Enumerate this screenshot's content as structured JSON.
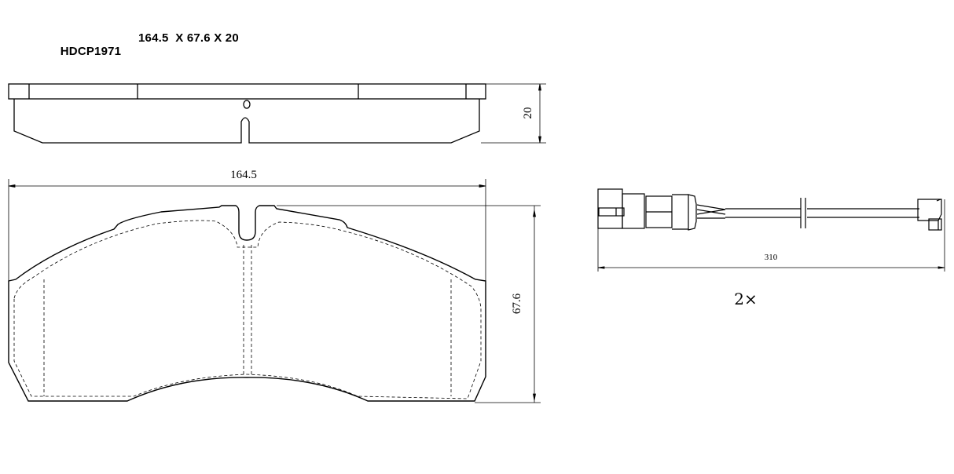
{
  "header": {
    "part_number": "HDCP1971",
    "dimensions": "164.5  X 67.6 X 20"
  },
  "side_view": {
    "thickness_label": "20"
  },
  "front_view": {
    "width_label": "164.5",
    "height_label": "67.6"
  },
  "wear_sensor": {
    "length_label": "310",
    "quantity_label": "2×"
  }
}
